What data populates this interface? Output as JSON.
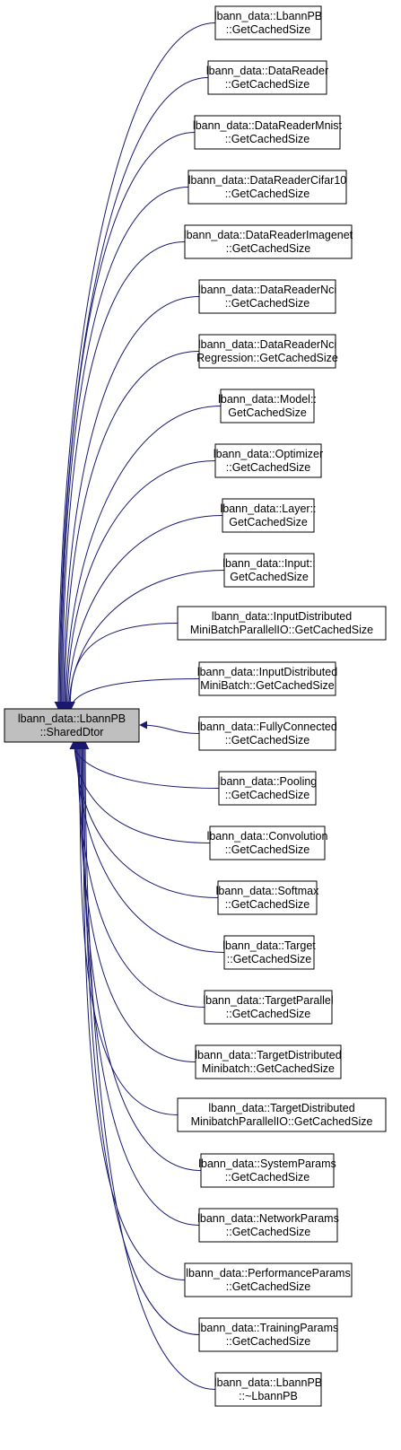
{
  "colors": {
    "edge": "#191970",
    "root_fill": "#bfbfbf",
    "node_fill": "#ffffff",
    "border": "#000000"
  },
  "root": {
    "line1": "lbann_data::LbannPB",
    "line2": "::SharedDtor"
  },
  "callers": [
    {
      "line1": "lbann_data::LbannPB",
      "line2": "::GetCachedSize"
    },
    {
      "line1": "lbann_data::DataReader",
      "line2": "::GetCachedSize"
    },
    {
      "line1": "lbann_data::DataReaderMnist",
      "line2": "::GetCachedSize"
    },
    {
      "line1": "lbann_data::DataReaderCifar10",
      "line2": "::GetCachedSize"
    },
    {
      "line1": "lbann_data::DataReaderImagenet",
      "line2": "::GetCachedSize"
    },
    {
      "line1": "lbann_data::DataReaderNci",
      "line2": "::GetCachedSize"
    },
    {
      "line1": "lbann_data::DataReaderNci",
      "line2": "Regression::GetCachedSize"
    },
    {
      "line1": "lbann_data::Model::",
      "line2": "GetCachedSize"
    },
    {
      "line1": "lbann_data::Optimizer",
      "line2": "::GetCachedSize"
    },
    {
      "line1": "lbann_data::Layer::",
      "line2": "GetCachedSize"
    },
    {
      "line1": "lbann_data::Input::",
      "line2": "GetCachedSize"
    },
    {
      "line1": "lbann_data::InputDistributed",
      "line2": "MiniBatchParallelIO::GetCachedSize"
    },
    {
      "line1": "lbann_data::InputDistributed",
      "line2": "MiniBatch::GetCachedSize"
    },
    {
      "line1": "lbann_data::FullyConnected",
      "line2": "::GetCachedSize"
    },
    {
      "line1": "lbann_data::Pooling",
      "line2": "::GetCachedSize"
    },
    {
      "line1": "lbann_data::Convolution",
      "line2": "::GetCachedSize"
    },
    {
      "line1": "lbann_data::Softmax",
      "line2": "::GetCachedSize"
    },
    {
      "line1": "lbann_data::Target",
      "line2": "::GetCachedSize"
    },
    {
      "line1": "lbann_data::TargetParallel",
      "line2": "::GetCachedSize"
    },
    {
      "line1": "lbann_data::TargetDistributed",
      "line2": "Minibatch::GetCachedSize"
    },
    {
      "line1": "lbann_data::TargetDistributed",
      "line2": "MinibatchParallelIO::GetCachedSize"
    },
    {
      "line1": "lbann_data::SystemParams",
      "line2": "::GetCachedSize"
    },
    {
      "line1": "lbann_data::NetworkParams",
      "line2": "::GetCachedSize"
    },
    {
      "line1": "lbann_data::PerformanceParams",
      "line2": "::GetCachedSize"
    },
    {
      "line1": "lbann_data::TrainingParams",
      "line2": "::GetCachedSize"
    },
    {
      "line1": "lbann_data::LbannPB",
      "line2": "::~LbannPB"
    }
  ]
}
